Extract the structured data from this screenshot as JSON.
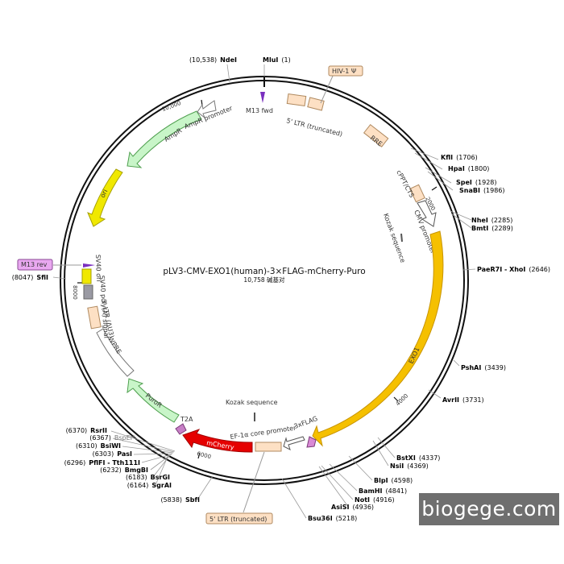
{
  "title": "pLV3-CMV-EXO1(human)-3×FLAG-mCherry-Puro",
  "subtitle": "10,758 碱基对",
  "watermark": "biogege.com",
  "features_text": {
    "hiv": "HIV-1 Ψ",
    "m13fwd": "M13 fwd",
    "ltr5trunc": "5' LTR (truncated)",
    "rre": "RRE",
    "cppt": "cPPT/CTS",
    "kozak1": "Kozak sequence",
    "cmv": "CMV promoter",
    "exo1": "EXO1",
    "flag": "3xFLAG",
    "ef1a": "EF-1α core promoter",
    "kozak2": "Kozak sequence",
    "mcherry": "mCherry",
    "t2a": "T2A",
    "puror": "PuroR",
    "wpre": "WPRE",
    "ltr3": "3' LTR (ΔU3)",
    "sv40polya": "SV40 poly(A) signal",
    "sv40ori": "SV40 ori",
    "m13rev": "M13 rev",
    "ori": "ori",
    "ampr": "AmpR",
    "amprprom": "AmpR promoter",
    "ltr5trunc2": "5' LTR (truncated)"
  },
  "ticks": {
    "t2000": "2000",
    "t4000": "4000",
    "t6000": "6000",
    "t8000": "8000",
    "t10000": "10,000"
  },
  "sites": {
    "ndei": {
      "name": "NdeI",
      "pos": "(10,538)"
    },
    "mlui": {
      "name": "MluI",
      "pos": "(1)"
    },
    "kfli": {
      "name": "KflI",
      "pos": "(1706)"
    },
    "hpai": {
      "name": "HpaI",
      "pos": "(1800)"
    },
    "spei": {
      "name": "SpeI",
      "pos": "(1928)"
    },
    "snabi": {
      "name": "SnaBI",
      "pos": "(1986)"
    },
    "nhei": {
      "name": "NheI",
      "pos": "(2285)"
    },
    "bmti": {
      "name": "BmtI",
      "pos": "(2289)"
    },
    "paer7i": {
      "name": "PaeR7I - XhoI",
      "pos": "(2646)"
    },
    "pshai": {
      "name": "PshAI",
      "pos": "(3439)"
    },
    "avrii": {
      "name": "AvrII",
      "pos": "(3731)"
    },
    "bstxi": {
      "name": "BstXI",
      "pos": "(4337)"
    },
    "nsii": {
      "name": "NsiI",
      "pos": "(4369)"
    },
    "blpi": {
      "name": "BlpI",
      "pos": "(4598)"
    },
    "bamhi": {
      "name": "BamHI",
      "pos": "(4841)"
    },
    "noti": {
      "name": "NotI",
      "pos": "(4916)"
    },
    "asisi": {
      "name": "AsiSI",
      "pos": "(4936)"
    },
    "bsu36i": {
      "name": "Bsu36I",
      "pos": "(5218)"
    },
    "sbfi": {
      "name": "SbfI",
      "pos": "(5838)"
    },
    "sgrai": {
      "name": "SgrAI",
      "pos": "(6164)"
    },
    "bsrgi": {
      "name": "BsrGI",
      "pos": "(6183)"
    },
    "bmgbi": {
      "name": "BmgBI",
      "pos": "(6232)"
    },
    "pflfi": {
      "name": "PflFI - Tth111I",
      "pos": "(6296)"
    },
    "pasi": {
      "name": "PasI",
      "pos": "(6303)"
    },
    "bsiwi": {
      "name": "BsiWI",
      "pos": "(6310)"
    },
    "bspei": {
      "name": "BspEI*",
      "pos": "(6367)"
    },
    "rsrii": {
      "name": "RsrII",
      "pos": "(6370)"
    },
    "sfii": {
      "name": "SfiI",
      "pos": "(8047)"
    }
  },
  "colors": {
    "exo1": "#f5c000",
    "mcherry": "#e50000",
    "ampr": "#c8f5c8",
    "ori": "#f0e800",
    "ltr": "#fde0c4",
    "label_box": "#fde0c4",
    "m13rev_box": "#e9a8f0"
  }
}
